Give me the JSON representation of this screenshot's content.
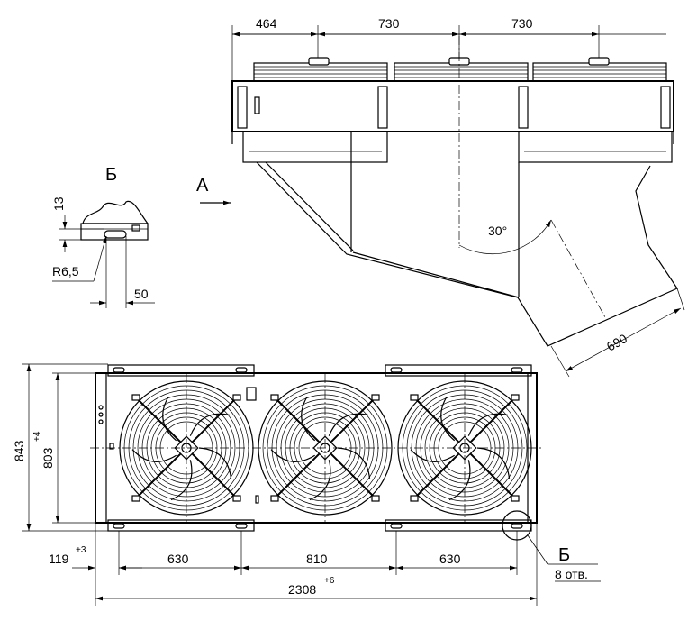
{
  "side_view": {
    "dims_top": [
      "464",
      "730",
      "730"
    ],
    "angle": "30°",
    "dim_side": "690",
    "view_arrow_label": "А"
  },
  "detail": {
    "label": "Б",
    "dim_height": "13",
    "radius": "R6,5",
    "dim_width": "50"
  },
  "plan_view": {
    "dim_height_outer": "843",
    "dim_height_inner": "803",
    "dim_height_inner_tol": "+4",
    "dim_offset": "119",
    "dim_offset_tol": "+3",
    "dims_bottom": [
      "630",
      "810",
      "630"
    ],
    "dim_total": "2308",
    "dim_total_tol": "+6",
    "callout_label": "Б",
    "callout_holes": "8 отв."
  }
}
